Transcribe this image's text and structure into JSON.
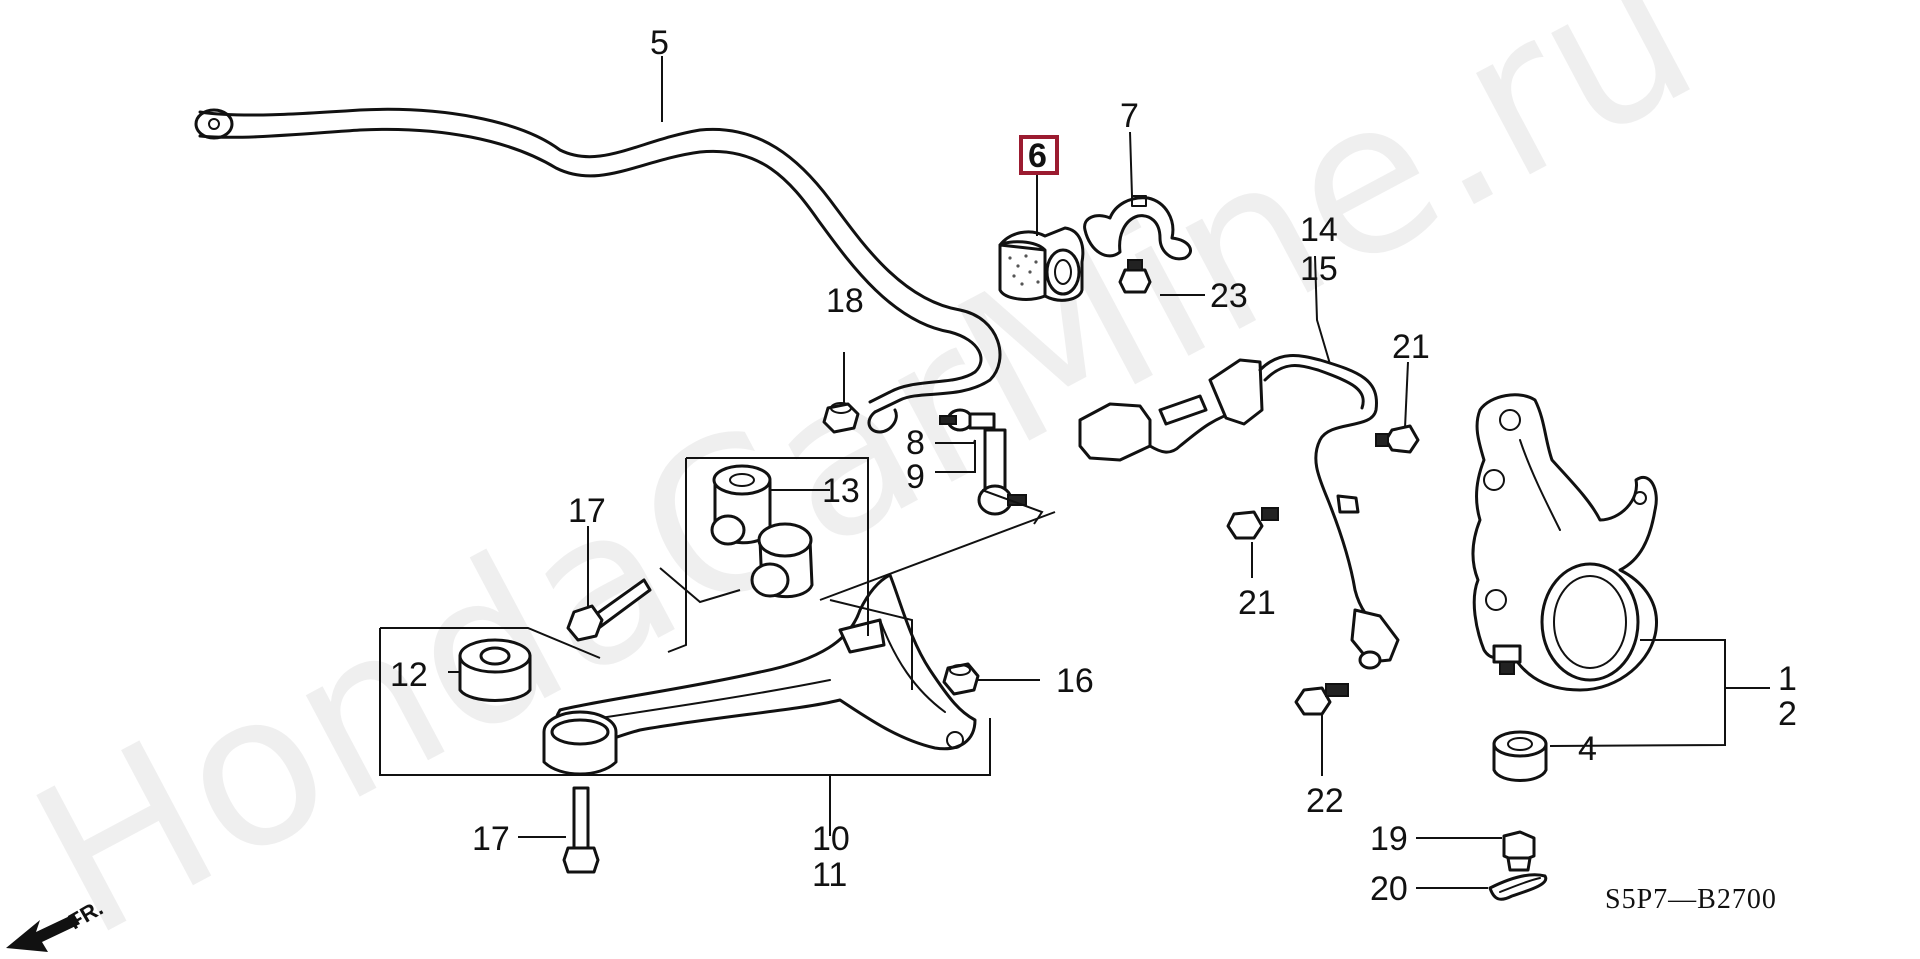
{
  "diagram": {
    "watermark": "HondaCarMine.ru",
    "drawing_code": "S5P7—B2700",
    "front_label": "FR.",
    "highlighted_part": "6",
    "labels": {
      "p1": "1",
      "p2": "2",
      "p4": "4",
      "p5": "5",
      "p6": "6",
      "p7": "7",
      "p8": "8",
      "p9": "9",
      "p10": "10",
      "p11": "11",
      "p12": "12",
      "p13": "13",
      "p14": "14",
      "p15": "15",
      "p16": "16",
      "p17a": "17",
      "p17b": "17",
      "p18": "18",
      "p19": "19",
      "p20": "20",
      "p21a": "21",
      "p21b": "21",
      "p22": "22",
      "p23": "23"
    },
    "highlight_color": "#9b1b30"
  }
}
